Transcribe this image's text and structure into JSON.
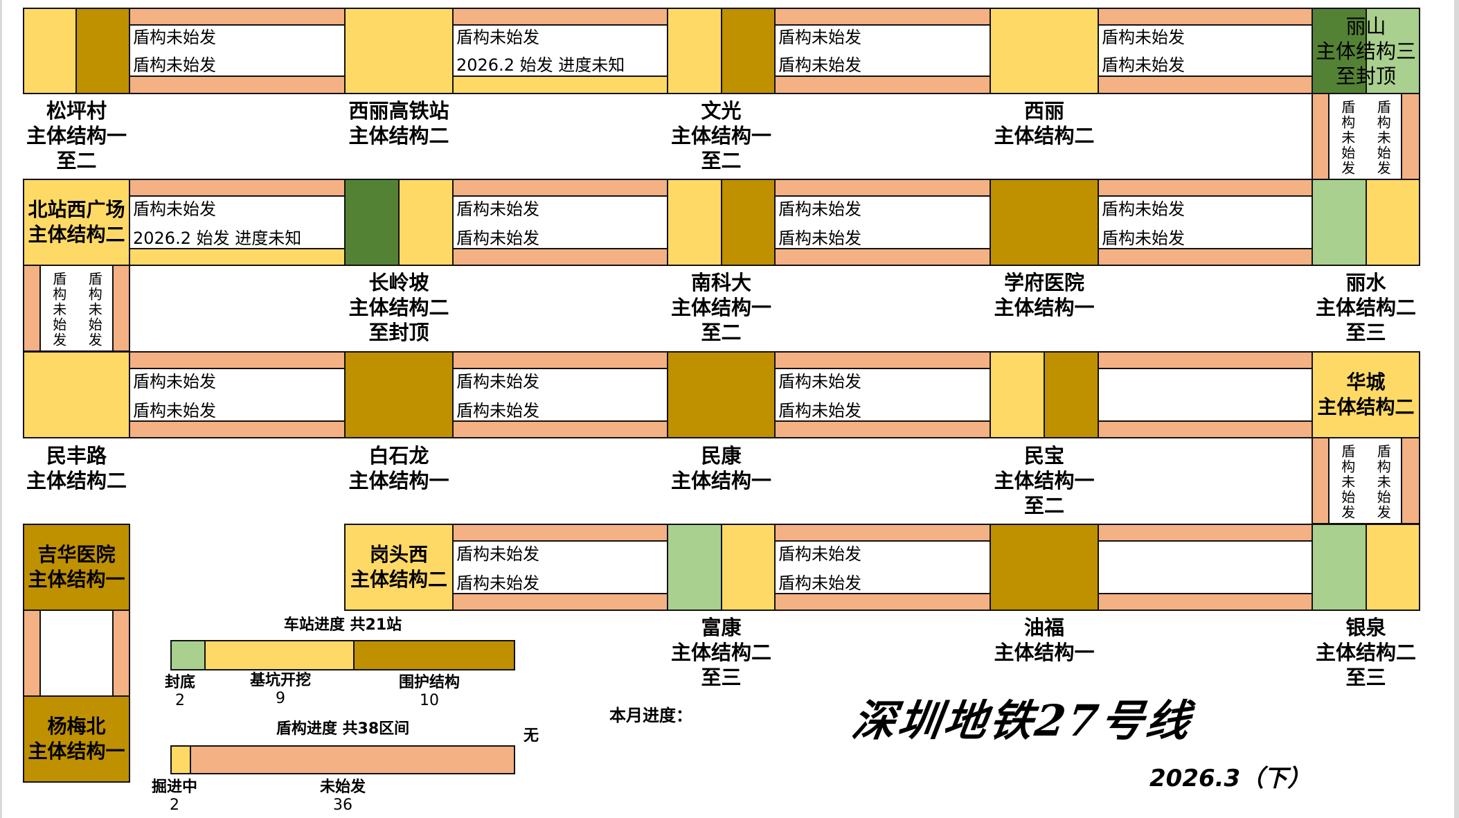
{
  "title": "深圳地铁27号线",
  "date": "2026.3（下）",
  "colors": {
    "brown_enclosure": "#bf9000",
    "yellow_excavation": "#ffd966",
    "light_green_bottom_seal": "#a9d08e",
    "dark_green_roof": "#548235",
    "salmon_not_started": "#f4b183"
  },
  "stations": [
    {
      "name": "松坪村",
      "status": "主体结构一",
      "extra": "至二"
    },
    {
      "name": "西丽高铁站",
      "status": "主体结构二",
      "extra": ""
    },
    {
      "name": "文光",
      "status": "主体结构一",
      "extra": "至二"
    },
    {
      "name": "西丽",
      "status": "主体结构二",
      "extra": ""
    },
    {
      "name": "丽山",
      "status": "主体结构三",
      "extra": "至封顶"
    },
    {
      "name": "北站西广场",
      "status": "主体结构二",
      "extra": ""
    },
    {
      "name": "长岭坡",
      "status": "主体结构二",
      "extra": "至封顶"
    },
    {
      "name": "南科大",
      "status": "主体结构一",
      "extra": "至二"
    },
    {
      "name": "学府医院",
      "status": "主体结构一",
      "extra": ""
    },
    {
      "name": "丽水",
      "status": "主体结构二",
      "extra": "至三"
    },
    {
      "name": "民丰路",
      "status": "主体结构二",
      "extra": ""
    },
    {
      "name": "白石龙",
      "status": "主体结构一",
      "extra": ""
    },
    {
      "name": "民康",
      "status": "主体结构一",
      "extra": ""
    },
    {
      "name": "民宝",
      "status": "主体结构一",
      "extra": "至二"
    },
    {
      "name": "华城",
      "status": "主体结构二",
      "extra": ""
    },
    {
      "name": "吉华医院",
      "status": "主体结构一",
      "extra": ""
    },
    {
      "name": "岗头西",
      "status": "主体结构二",
      "extra": ""
    },
    {
      "name": "富康",
      "status": "主体结构二",
      "extra": "至三"
    },
    {
      "name": "油福",
      "status": "主体结构一",
      "extra": ""
    },
    {
      "name": "银泉",
      "status": "主体结构二",
      "extra": "至三"
    },
    {
      "name": "杨梅北",
      "status": "主体结构一",
      "extra": ""
    }
  ],
  "tunnels": {
    "r1": [
      {
        "line1": "盾构未始发",
        "line2": "盾构未始发"
      },
      {
        "line1": "盾构未始发",
        "line2": "2026.2 始发 进度未知"
      },
      {
        "line1": "盾构未始发",
        "line2": "盾构未始发"
      },
      {
        "line1": "盾构未始发",
        "line2": "盾构未始发"
      }
    ],
    "r2": [
      {
        "line1": "盾构未始发",
        "line2": "2026.2 始发 进度未知"
      },
      {
        "line1": "盾构未始发",
        "line2": "盾构未始发"
      },
      {
        "line1": "盾构未始发",
        "line2": "盾构未始发"
      },
      {
        "line1": "盾构未始发",
        "line2": "盾构未始发"
      }
    ],
    "r3": [
      {
        "line1": "盾构未始发",
        "line2": "盾构未始发"
      },
      {
        "line1": "盾构未始发",
        "line2": "盾构未始发"
      },
      {
        "line1": "盾构未始发",
        "line2": "盾构未始发"
      },
      {
        "line1": "",
        "line2": ""
      }
    ],
    "r4": [
      {
        "line1": "盾构未始发",
        "line2": "盾构未始发"
      },
      {
        "line1": "盾构未始发",
        "line2": "盾构未始发"
      },
      {
        "line1": "",
        "line2": ""
      }
    ],
    "vertical": {
      "lishan_lishui": [
        "盾构未始发",
        "盾构未始发"
      ],
      "beizhan_minfeng": [
        "盾构未始发",
        "盾构未始发"
      ],
      "huacheng_yinquan": [
        "盾构未始发",
        "盾构未始发"
      ],
      "jihua_yangmei": [
        "",
        ""
      ]
    }
  },
  "legend": {
    "station_title": "车站进度 共21站",
    "station_items": [
      {
        "label": "封底",
        "count": "2"
      },
      {
        "label": "基坑开挖",
        "count": "9"
      },
      {
        "label": "围护结构",
        "count": "10"
      }
    ],
    "shield_title": "盾构进度 共38区间",
    "shield_items": [
      {
        "label": "掘进中",
        "count": "2"
      },
      {
        "label": "未始发",
        "count": "36"
      }
    ],
    "monthly_label": "本月进度：",
    "monthly_value": "无"
  },
  "chart_data": [
    {
      "type": "bar",
      "title": "车站进度 共21站",
      "categories": [
        "封底",
        "基坑开挖",
        "围护结构"
      ],
      "values": [
        2,
        9,
        10
      ],
      "stacked": true
    },
    {
      "type": "bar",
      "title": "盾构进度 共38区间",
      "categories": [
        "掘进中",
        "未始发"
      ],
      "values": [
        2,
        36
      ],
      "stacked": true
    }
  ]
}
